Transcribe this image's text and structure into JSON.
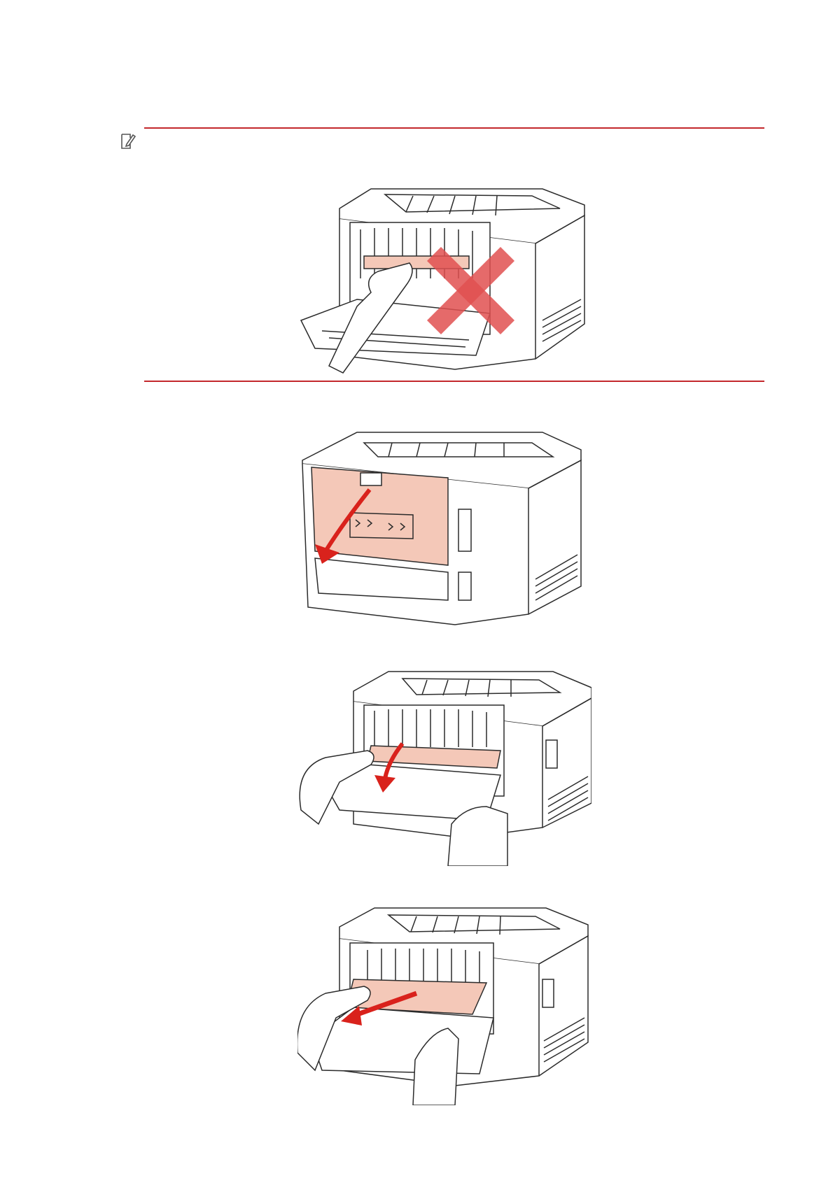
{
  "document": {
    "note_icon": "note-pencil-icon",
    "colors": {
      "rule": "#c3282c",
      "highlight": "#f4c8b8",
      "arrow": "#d9221c",
      "cross": "#e05050",
      "line": "#2b2b2b"
    },
    "figures": [
      {
        "name": "figure-do-not-touch-fuser",
        "icon": "prohibited-cross-icon"
      },
      {
        "name": "figure-open-rear-cover",
        "icon": "arrow-down-icon"
      },
      {
        "name": "figure-lower-fuser-levers",
        "icon": "arrow-down-icon"
      },
      {
        "name": "figure-pull-out-jammed-paper",
        "icon": "arrow-pull-icon"
      }
    ]
  }
}
